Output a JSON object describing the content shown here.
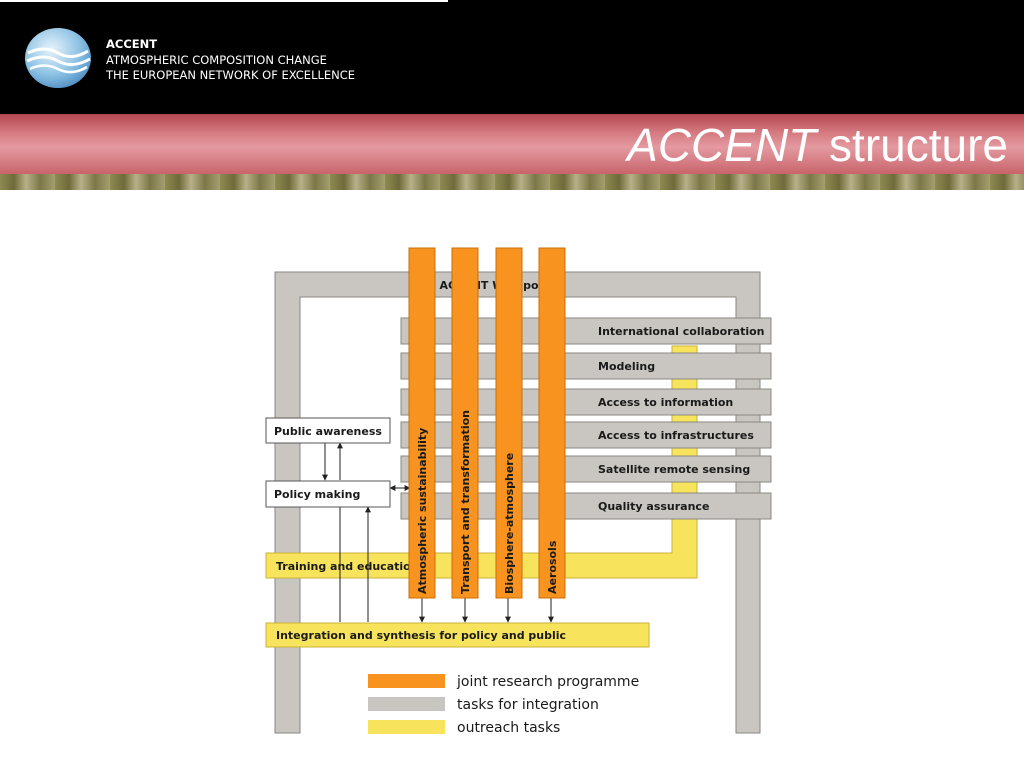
{
  "header": {
    "org_name": "ACCENT",
    "org_line1": "ATMOSPHERIC COMPOSITION CHANGE",
    "org_line2": "THE EUROPEAN NETWORK OF EXCELLENCE"
  },
  "slide": {
    "title_emphasis": "ACCENT",
    "title_rest": " structure"
  },
  "diagram": {
    "web_portal": "ACCENT Web portal",
    "integration_tasks": [
      "International collaboration",
      "Modeling",
      "Access to information",
      "Access to infrastructures",
      "Satellite remote sensing",
      "Quality assurance"
    ],
    "research_programmes": [
      "Atmospheric sustainability",
      "Transport and transformation",
      "Biosphere-atmosphere",
      "Aerosols"
    ],
    "public_awareness": "Public awareness",
    "policy_making": "Policy making",
    "training": "Training and education",
    "synthesis": "Integration and synthesis for policy and public"
  },
  "legend": [
    {
      "label": "joint research programme",
      "color": "#f7931e"
    },
    {
      "label": "tasks for integration",
      "color": "#c9c6c1"
    },
    {
      "label": "outreach tasks",
      "color": "#f8e45c"
    }
  ],
  "colors": {
    "orange": "#f7931e",
    "gray": "#c9c6c1",
    "yellow": "#f8e45c"
  }
}
